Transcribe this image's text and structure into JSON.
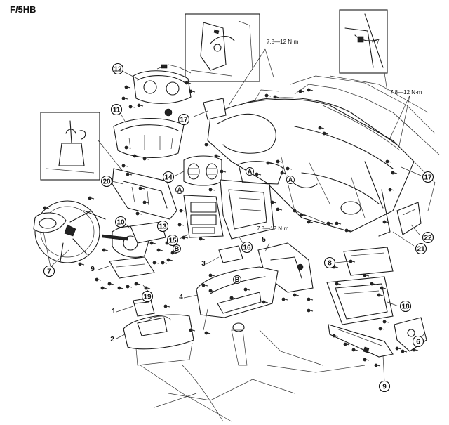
{
  "diagram": {
    "title": "F/5HB",
    "torque_labels": [
      {
        "id": "t1",
        "text": "7.8—12 N·m"
      },
      {
        "id": "t2",
        "text": "7.8—12 N·m"
      },
      {
        "id": "t3",
        "text": "7.8—12 N·m"
      }
    ],
    "callouts_circled": [
      "12",
      "11",
      "17",
      "20",
      "14",
      "10",
      "7",
      "13",
      "15",
      "16",
      "17",
      "22",
      "21",
      "8",
      "19",
      "18",
      "6",
      "9"
    ],
    "callouts_plain": [
      "9",
      "3",
      "5",
      "4",
      "1",
      "2"
    ],
    "letter_markers": [
      "A",
      "A",
      "A",
      "B",
      "B"
    ]
  }
}
